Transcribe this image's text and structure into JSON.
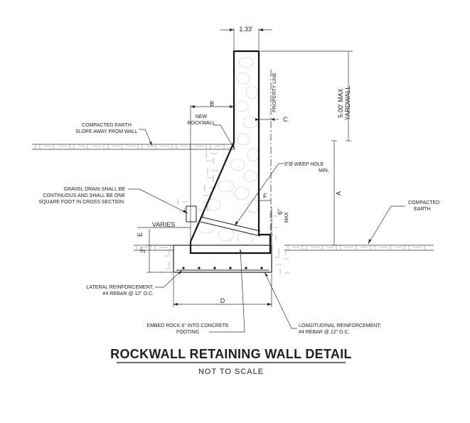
{
  "dimensions": {
    "top_width": "1.33'",
    "b": "B",
    "c": "C",
    "a": "A",
    "f": "F",
    "e": "E",
    "d": "D",
    "six_in": "6\"",
    "max": "MAX",
    "three_in": "3\"",
    "height_max": "5.00' MAX",
    "yardwall": "YARDWALL"
  },
  "labels": {
    "property_line": "PROPERTY LINE",
    "new_rockwall_1": "NEW",
    "new_rockwall_2": "ROCKWALL",
    "compacted_earth_left_1": "COMPACTED EARTH",
    "compacted_earth_left_2": "SLOPE AWAY FROM WALL",
    "weep_hole_1": "3\"Ø WEEP HOLE",
    "weep_hole_2": "MIN.",
    "gravel_1": "GRAVEL DRAIN SHALL BE",
    "gravel_2": "CONTINUOUS AND SHALL BE ONE",
    "gravel_3": "SQUARE FOOT IN CROSS SECTION.",
    "varies": "VARIES",
    "compacted_earth_right_1": "COMPACTED",
    "compacted_earth_right_2": "EARTH",
    "lateral_1": "LATERAL REINFORCEMENT;",
    "lateral_2": "#4 REBAR @ 12\" O.C.",
    "embed_1": "EMBED ROCK 6\" INTO CONCRETE",
    "embed_2": "FOOTING",
    "longitudinal_1": "LONGITUDINAL REINFORCEMENT;",
    "longitudinal_2": "#4 REBAR @ 12\" O.C."
  },
  "title": "ROCKWALL RETAINING WALL DETAIL",
  "subtitle": "NOT TO SCALE"
}
